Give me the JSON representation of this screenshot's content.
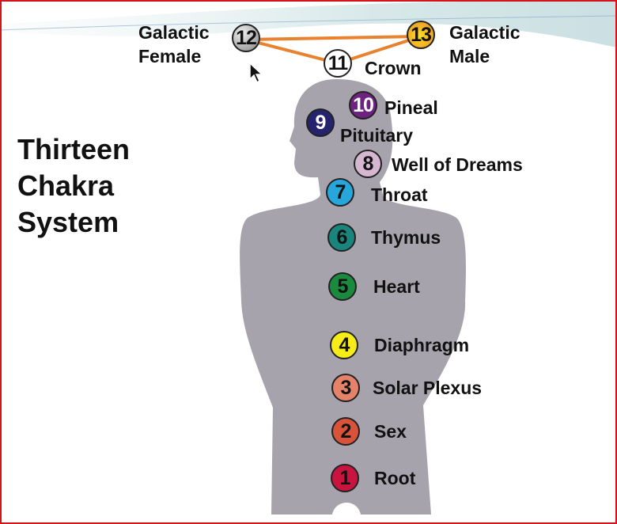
{
  "title": {
    "lines": [
      "Thirteen",
      "Chakra",
      "System"
    ]
  },
  "chakras": [
    {
      "number": "1",
      "name": "Root",
      "color": "#c8143f"
    },
    {
      "number": "2",
      "name": "Sex",
      "color": "#d9533a"
    },
    {
      "number": "3",
      "name": "Solar Plexus",
      "color": "#e4826a"
    },
    {
      "number": "4",
      "name": "Diaphragm",
      "color": "#f5ec1a"
    },
    {
      "number": "5",
      "name": "Heart",
      "color": "#1a8a3e"
    },
    {
      "number": "6",
      "name": "Thymus",
      "color": "#19857c"
    },
    {
      "number": "7",
      "name": "Throat",
      "color": "#27a6dc"
    },
    {
      "number": "8",
      "name": "Well of Dreams",
      "color": "#d6b7d2"
    },
    {
      "number": "9",
      "name": "Pituitary",
      "color": "#25226e"
    },
    {
      "number": "10",
      "name": "Pineal",
      "color": "#6e2380"
    },
    {
      "number": "11",
      "name": "Crown",
      "color": "#ffffff"
    },
    {
      "number": "12",
      "name_lines": [
        "Galactic",
        "Female"
      ],
      "color": "#9a9a9a"
    },
    {
      "number": "13",
      "name_lines": [
        "Galactic",
        "Male"
      ],
      "color": "#f0a030"
    }
  ],
  "colors": {
    "body": "#a7a3ad",
    "connector": "#e8822e",
    "border": "#d4141c"
  }
}
